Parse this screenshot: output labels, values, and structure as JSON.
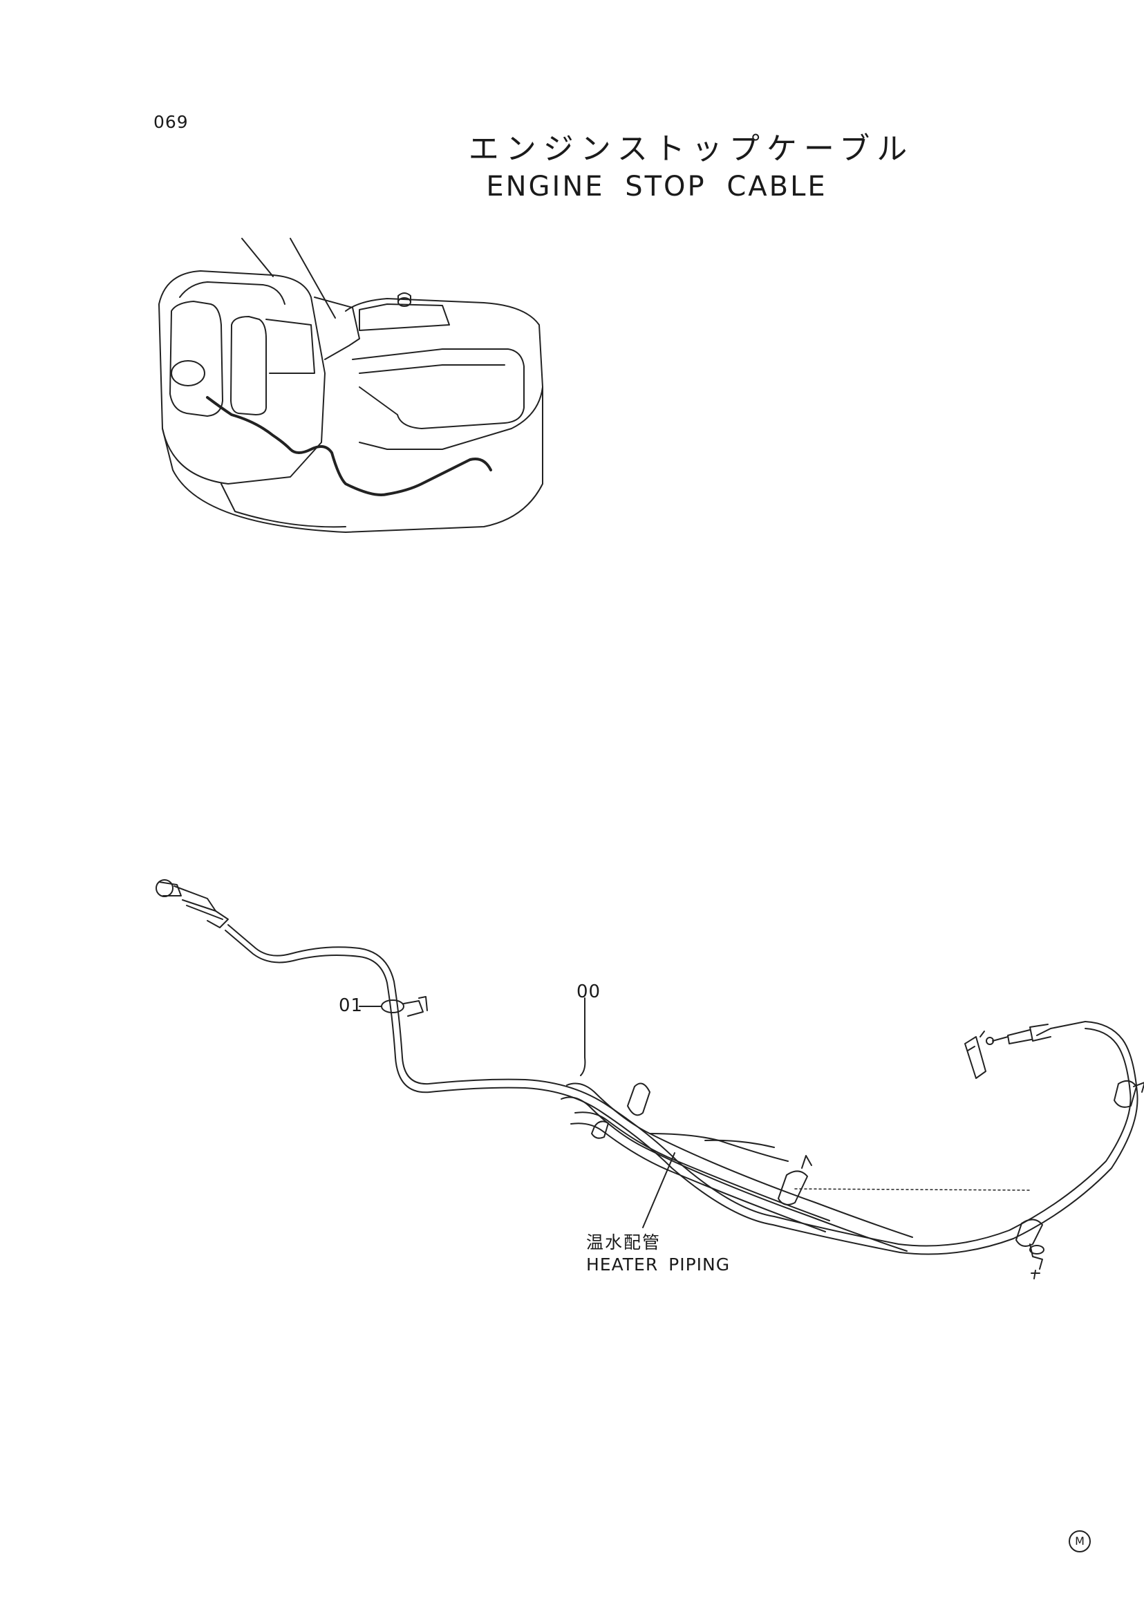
{
  "page": {
    "number": "069",
    "title_jp": "エンジンストップケーブル",
    "title_en": "ENGINE STOP CABLE"
  },
  "callouts": {
    "cable": "00",
    "clamp": "01"
  },
  "heater_label": {
    "jp": "温水配管",
    "en": "HEATER PIPING"
  },
  "mark": "M"
}
